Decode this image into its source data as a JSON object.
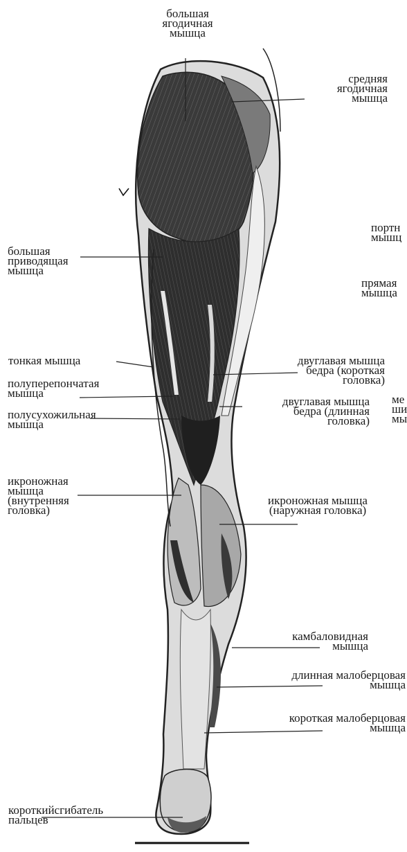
{
  "labels": {
    "gluteus_maximus": "большая\nягодичная\nмышца",
    "gluteus_medius": "средняя\nягодичная\nмышца",
    "sartorius_cut": "портн\nмышц",
    "adductor_magnus": "большая\nприводящая\nмышца",
    "rectus_cut": "прямая\nмышца",
    "gracilis": "тонкая мышца",
    "biceps_short": "двуглавая мышца\nбедра (короткая\nголовка)",
    "semimembranosus": "полуперепончатая\nмышца",
    "biceps_long": "двуглавая мышца\nбедра (длинная\nголовка)",
    "vastus_cut": "ме\nши\nмы",
    "semitendinosus": "полусухожильная\nмышца",
    "gastrocnemius_medial": "икроножная\nмышца\n(внутренняя\nголовка)",
    "gastrocnemius_lateral": "икроножная мышца\n(наружная головка)",
    "soleus": "камбаловидная\nмышца",
    "peroneus_longus": "длинная малоберцовая\nмышца",
    "peroneus_brevis": "короткая малоберцовая\nмышца",
    "flexor_digitorum_brevis": "короткийсгибатель\nпальцев"
  }
}
